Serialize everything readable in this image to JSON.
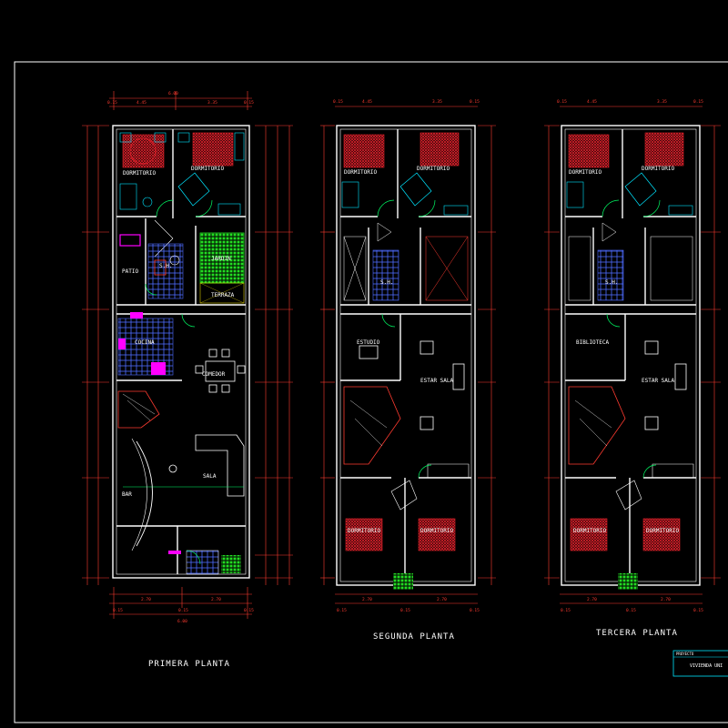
{
  "floor_plans": [
    {
      "title": "PRIMERA PLANTA",
      "overall_width": "6.00",
      "top_dims": [
        "0.15",
        "4.45",
        "3.35",
        "0.15"
      ],
      "bottom_dims": [
        "0.15",
        "2.70",
        "0.15",
        "2.70",
        "0.15"
      ],
      "bottom_total": "6.00",
      "rooms": {
        "dorm_a": "DORMITORIO",
        "dorm_b": "DORMITORIO",
        "patio": "PATIO",
        "sh": "S.H.",
        "jardin": "JARDIN",
        "terraza": "TERRAZA",
        "cocina": "COCINA",
        "comedor": "COMEDOR",
        "sala": "SALA",
        "bar": "BAR"
      }
    },
    {
      "title": "SEGUNDA PLANTA",
      "top_dims": [
        "0.15",
        "4.45",
        "3.35",
        "0.15"
      ],
      "bottom_dims": [
        "0.15",
        "2.70",
        "0.15",
        "2.70",
        "0.15"
      ],
      "rooms": {
        "dorm_a": "DORMITORIO",
        "dorm_b": "DORMITORIO",
        "sh": "S.H.",
        "estudio": "ESTUDIO",
        "estar": "ESTAR SALA",
        "dorm_c": "DORMITORIO",
        "dorm_d": "DORMITORIO"
      }
    },
    {
      "title": "TERCERA PLANTA",
      "top_dims": [
        "0.15",
        "4.45",
        "3.35",
        "0.15"
      ],
      "bottom_dims": [
        "0.15",
        "2.70",
        "0.15",
        "2.70",
        "0.15"
      ],
      "rooms": {
        "dorm_a": "DORMITORIO",
        "dorm_b": "DORMITORIO",
        "sh": "S.H.",
        "biblioteca": "BIBLIOTECA",
        "estar": "ESTAR SALA",
        "dorm_c": "DORMITORIO",
        "dorm_d": "DORMITORIO"
      }
    }
  ],
  "title_block": {
    "header": "PROYECTO",
    "project": "VIVIENDA UNI"
  },
  "colors": {
    "background": "#000000",
    "walls": "#ffffff",
    "dimensions": "#ff3b30",
    "furniture": "#00e5ff",
    "hatch": "#e0202a",
    "doors": "#00ff66",
    "garden": "#22dd22",
    "magenta": "#ff00ff",
    "yellow": "#ffee00",
    "blue_tile": "#4d6bff"
  }
}
